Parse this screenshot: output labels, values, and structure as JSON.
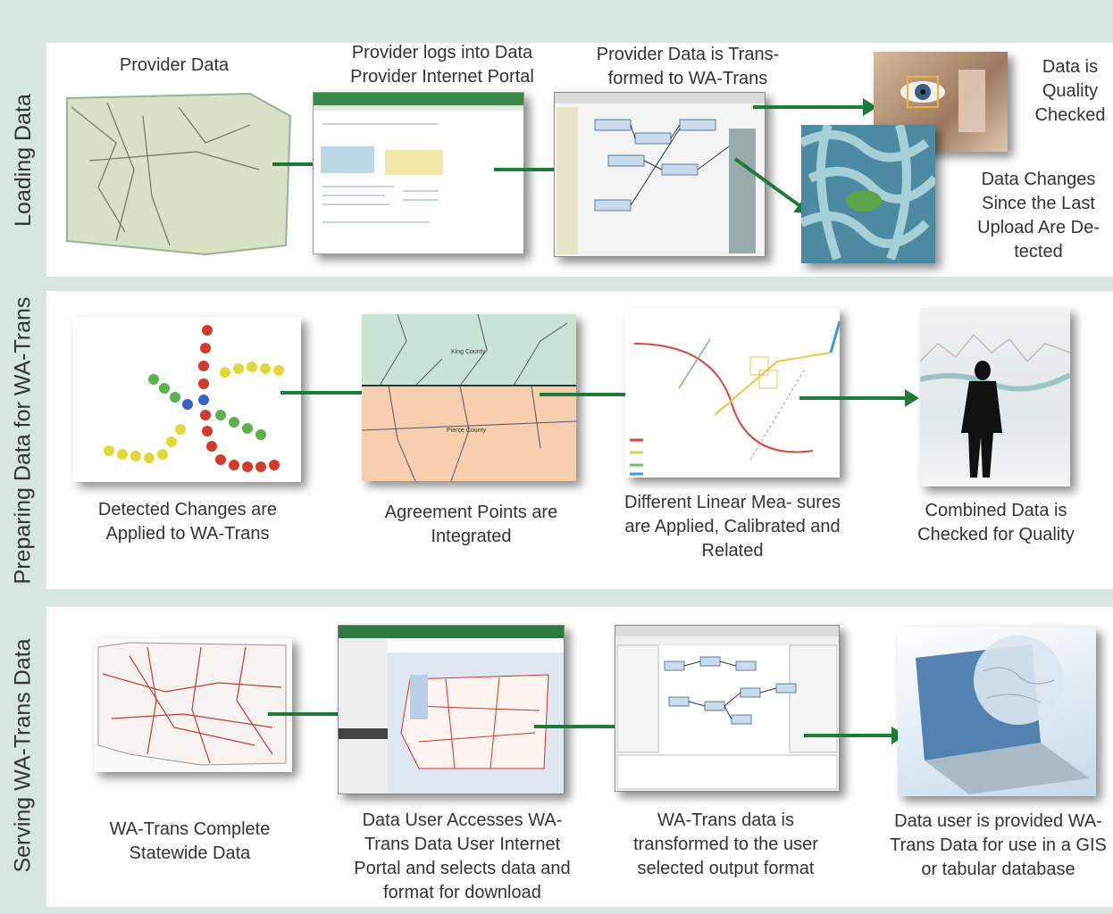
{
  "sections": [
    {
      "label": "Loading Data"
    },
    {
      "label": "Preparing Data for WA-Trans"
    },
    {
      "label": "Serving WA-Trans Data"
    }
  ],
  "loading": {
    "provider_data": "Provider Data",
    "portal": "Provider logs into Data Provider Internet Portal",
    "transform": "Provider Data is Trans- formed to WA-Trans",
    "quality": "Data is Quality Checked",
    "changes": "Data Changes Since the Last Upload Are De- tected"
  },
  "preparing": {
    "applied": "Detected Changes are Applied to WA-Trans",
    "agreement": "Agreement Points are Integrated",
    "linear": "Different Linear Mea- sures are Applied, Calibrated and Related",
    "combined": "Combined Data is Checked for Quality",
    "map_label_1": "King County",
    "map_label_2": "Pierce County"
  },
  "serving": {
    "statewide": "WA-Trans Complete Statewide Data",
    "user_access": "Data User Accesses WA- Trans Data User Internet Portal and selects data and format for download",
    "transformed": "WA-Trans data is transformed to the user selected output format",
    "provided": "Data user is provided WA-Trans Data for use in a GIS or tabular database"
  },
  "colors": {
    "arrow": "#1f7a3a",
    "panel": "#ffffff",
    "background": "#d7e7e0"
  }
}
